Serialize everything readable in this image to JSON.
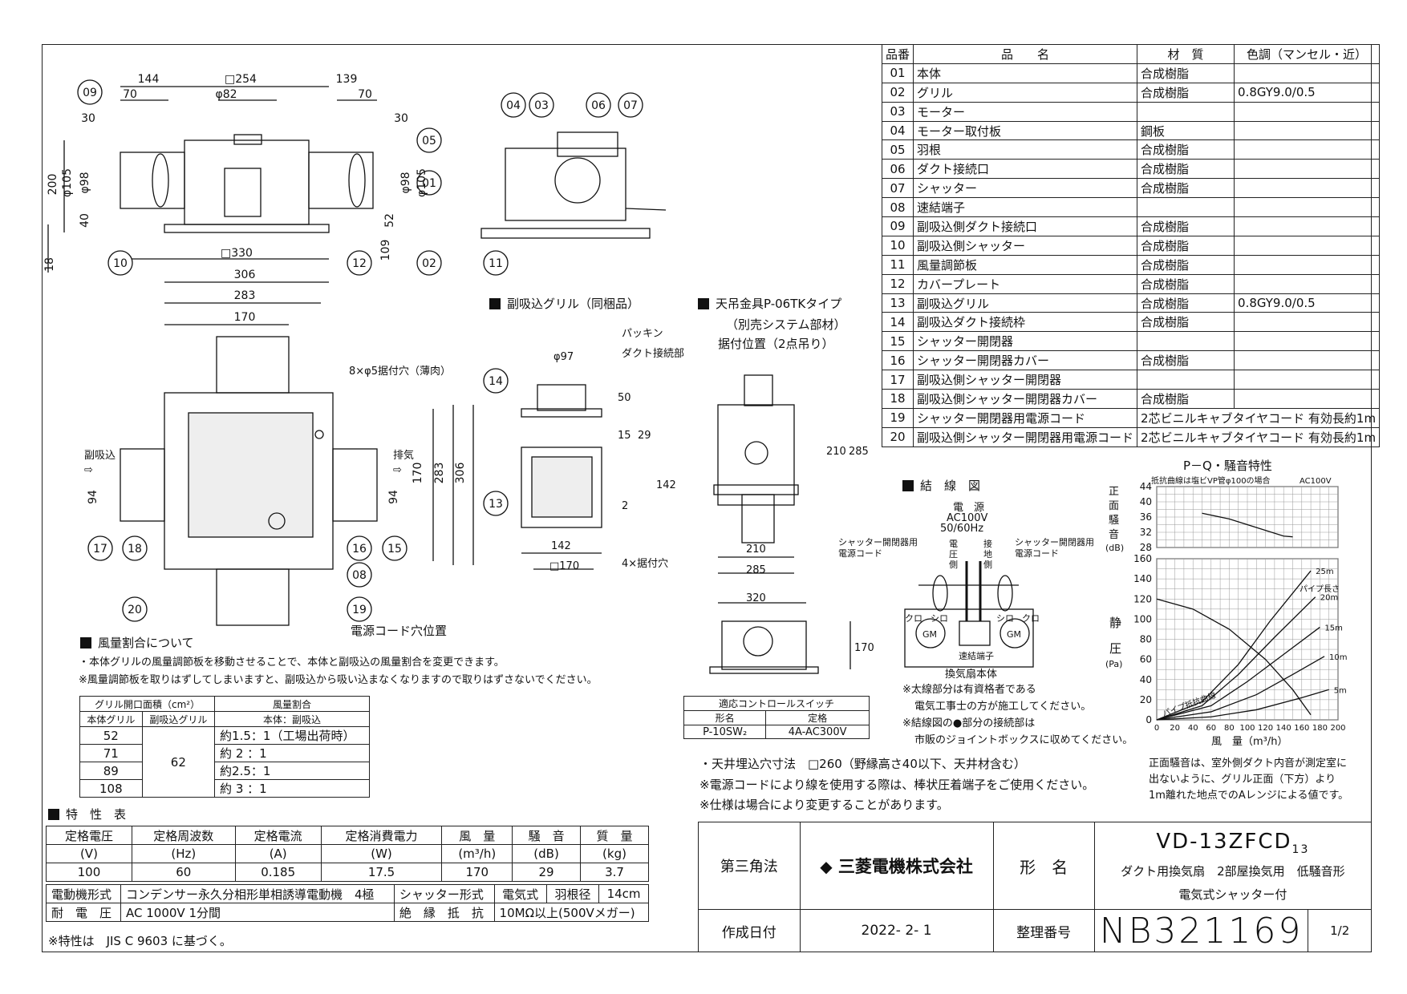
{
  "parts": {
    "headers": [
      "品番",
      "品　　名",
      "材　質",
      "色調（マンセル・近）"
    ],
    "rows": [
      [
        "01",
        "本体",
        "合成樹脂",
        ""
      ],
      [
        "02",
        "グリル",
        "合成樹脂",
        "0.8GY9.0/0.5"
      ],
      [
        "03",
        "モーター",
        "",
        ""
      ],
      [
        "04",
        "モーター取付板",
        "鋼板",
        ""
      ],
      [
        "05",
        "羽根",
        "合成樹脂",
        ""
      ],
      [
        "06",
        "ダクト接続口",
        "合成樹脂",
        ""
      ],
      [
        "07",
        "シャッター",
        "合成樹脂",
        ""
      ],
      [
        "08",
        "速結端子",
        "",
        ""
      ],
      [
        "09",
        "副吸込側ダクト接続口",
        "合成樹脂",
        ""
      ],
      [
        "10",
        "副吸込側シャッター",
        "合成樹脂",
        ""
      ],
      [
        "11",
        "風量調節板",
        "合成樹脂",
        ""
      ],
      [
        "12",
        "カバープレート",
        "合成樹脂",
        ""
      ],
      [
        "13",
        "副吸込グリル",
        "合成樹脂",
        "0.8GY9.0/0.5"
      ],
      [
        "14",
        "副吸込ダクト接続枠",
        "合成樹脂",
        ""
      ],
      [
        "15",
        "シャッター開閉器",
        "",
        ""
      ],
      [
        "16",
        "シャッター開閉器カバー",
        "合成樹脂",
        ""
      ],
      [
        "17",
        "副吸込側シャッター開閉器",
        "",
        ""
      ],
      [
        "18",
        "副吸込側シャッター開閉器カバー",
        "合成樹脂",
        ""
      ],
      [
        "19",
        "シャッター開閉器用電源コード",
        "2芯ビニルキャブタイヤコード 有効長約1m",
        ""
      ],
      [
        "20",
        "副吸込側シャッター開閉器用電源コード",
        "2芯ビニルキャブタイヤコード 有効長約1m",
        ""
      ]
    ]
  },
  "drawing": {
    "dims_top": [
      "144",
      "□254",
      "139",
      "70",
      "φ82",
      "70",
      "30",
      "30",
      "200",
      "φ105",
      "φ98",
      "φ98",
      "φ105",
      "40",
      "52",
      "109",
      "18",
      "□330"
    ],
    "dims_plan": [
      "306",
      "283",
      "170",
      "8×φ5据付穴（薄肉）",
      "170",
      "283",
      "306",
      "94",
      "94"
    ],
    "flow_in": "副吸込",
    "flow_out": "排気",
    "cord_hole": "電源コード穴位置",
    "callouts": [
      "01",
      "02",
      "03",
      "04",
      "05",
      "06",
      "07",
      "08",
      "09",
      "10",
      "11",
      "12",
      "13",
      "14",
      "15",
      "16",
      "17",
      "18",
      "19",
      "20"
    ]
  },
  "sub_grille": {
    "title": "副吸込グリル（同梱品）",
    "labels": [
      "パッキン",
      "ダクト接続部",
      "φ97",
      "50",
      "15",
      "29",
      "142",
      "2",
      "142",
      "□170",
      "4×据付穴"
    ]
  },
  "hanger": {
    "title_lines": [
      "天吊金具P-06TKタイプ",
      "（別売システム部材）",
      "据付位置（2点吊り）"
    ],
    "dims": [
      "210",
      "285",
      "210",
      "285",
      "320",
      "170"
    ]
  },
  "control_switch": {
    "title": "適応コントロールスイッチ",
    "headers": [
      "形名",
      "定格"
    ],
    "row": [
      "P-10SW₂",
      "4A-AC300V"
    ]
  },
  "wiring": {
    "title": "結　線　図",
    "power": [
      "電　源",
      "AC100V",
      "50/60Hz"
    ],
    "left_label": [
      "シャッター開閉器用",
      "電源コード"
    ],
    "right_label": [
      "シャッター開閉器用",
      "電源コード"
    ],
    "pressure_side": "電圧側",
    "ground_side": "接地側",
    "wire_colors": [
      "クロ",
      "シロ",
      "シロ",
      "クロ"
    ],
    "motor": "GM",
    "terminal": "速結端子",
    "body": "換気扇本体",
    "notes": [
      "※太線部分は有資格者である",
      "電気工事士の方が施工してください。",
      "※結線図の●部分の接続部は",
      "市販のジョイントボックスに収めてください。"
    ]
  },
  "pq": {
    "title": "P－Q・騒音特性",
    "subtitle": "抵抗曲線は塩ビVP管φ100の場合",
    "voltage": "AC100V",
    "noise_axis_label": [
      "正",
      "面",
      "騒",
      "音",
      "(dB)"
    ],
    "pressure_axis_label": [
      "静",
      "圧",
      "(Pa)"
    ],
    "x_label": "風　量（m³/h）",
    "pipe_length": "パイプ長さ",
    "pipe_curve_label": "パイプ抵抗曲線",
    "note": [
      "正面騒音は、室外側ダクト内音が測定室に",
      "出ないように、グリル正面（下方）より",
      "1m離れた地点でのAレンジによる値です。"
    ]
  },
  "chart_data": {
    "type": "line",
    "title": "P－Q・騒音特性",
    "xlabel": "風　量（m³/h）",
    "x_ticks": [
      0,
      20,
      40,
      60,
      80,
      100,
      120,
      140,
      160,
      180,
      200
    ],
    "noise": {
      "ylabel": "正面騒音(dB)",
      "ylim": [
        28,
        44
      ],
      "y_ticks": [
        28,
        32,
        36,
        40,
        44
      ],
      "series": [
        {
          "x": [
            50,
            80,
            100,
            120,
            140,
            150
          ],
          "y": [
            37,
            35.5,
            34,
            32.5,
            31,
            30.8
          ]
        }
      ]
    },
    "pressure": {
      "ylabel": "静圧(Pa)",
      "ylim": [
        0,
        160
      ],
      "y_ticks": [
        0,
        20,
        40,
        60,
        80,
        100,
        120,
        140,
        160
      ],
      "series": [
        {
          "x": [
            0,
            40,
            80,
            120,
            150,
            170
          ],
          "y": [
            120,
            110,
            90,
            60,
            30,
            5
          ]
        },
        {
          "name": "5m",
          "x": [
            0,
            60,
            110,
            160,
            190
          ],
          "y": [
            0,
            3,
            10,
            22,
            30
          ]
        },
        {
          "name": "10m",
          "x": [
            0,
            60,
            110,
            150,
            185
          ],
          "y": [
            0,
            8,
            25,
            45,
            63
          ]
        },
        {
          "name": "15m",
          "x": [
            0,
            60,
            100,
            140,
            180
          ],
          "y": [
            0,
            14,
            38,
            65,
            92
          ]
        },
        {
          "name": "20m",
          "x": [
            0,
            50,
            90,
            130,
            175
          ],
          "y": [
            0,
            14,
            45,
            82,
            122
          ]
        },
        {
          "name": "25m",
          "x": [
            0,
            50,
            90,
            125,
            170
          ],
          "y": [
            0,
            18,
            55,
            98,
            148
          ]
        }
      ]
    }
  },
  "airflow_ratio": {
    "title": "風量割合について",
    "notes": [
      "・本体グリルの風量調節板を移動させることで、本体と副吸込の風量割合を変更できます。",
      "※風量調節板を取りはずしてしまいますと、副吸込から吸い込まなくなりますので取りはずさないでください。"
    ],
    "col1": "グリル開口面積（cm²）",
    "col1a": "本体グリル",
    "col1b": "副吸込グリル",
    "col2": "風量割合",
    "col2a": "本体：副吸込",
    "rows": [
      [
        "52",
        "約1.5：1（工場出荷時）"
      ],
      [
        "71",
        "約 2 ：1"
      ],
      [
        "89",
        "約2.5：1"
      ],
      [
        "108",
        "約 3 ：1"
      ]
    ],
    "sub": "62"
  },
  "install_notes": [
    "・天井埋込穴寸法　□260（野縁高さ40以下、天井材含む）",
    "※電源コードにより線を使用する際は、棒状圧着端子をご使用ください。",
    "※仕様は場合により変更することがあります。"
  ],
  "specs": {
    "title": "特　性　表",
    "headers": [
      "定格電圧",
      "定格周波数",
      "定格電流",
      "定格消費電力",
      "風　量",
      "騒　音",
      "質　量"
    ],
    "units": [
      "(V)",
      "(Hz)",
      "(A)",
      "(W)",
      "(m³/h)",
      "(dB)",
      "(kg)"
    ],
    "values": [
      "100",
      "60",
      "0.185",
      "17.5",
      "170",
      "29",
      "3.7"
    ],
    "motor_label": "電動機形式",
    "motor_value": "コンデンサー永久分相形単相誘導電動機　4極",
    "shutter_label": "シャッター形式",
    "shutter_value": "電気式",
    "blade_label": "羽根径",
    "blade_value": "14cm",
    "withstand_label": "耐　電　圧",
    "withstand_value": "AC 1000V 1分間",
    "insulation_label": "絶　縁　抵　抗",
    "insulation_value": "10MΩ以上(500Vメガー)",
    "footnote": "※特性は　JIS C 9603 に基づく。"
  },
  "title_block": {
    "projection": "第三角法",
    "company": "三菱電機株式会社",
    "model_label": "形　名",
    "model": "VD-13ZFCD",
    "model_sub": "13",
    "desc1": "ダクト用換気扇　2部屋換気用　低騒音形",
    "desc2": "電気式シャッター付",
    "date_label": "作成日付",
    "date": "2022- 2- 1",
    "number_label": "整理番号",
    "number": "NB321169",
    "page": "1/2"
  }
}
